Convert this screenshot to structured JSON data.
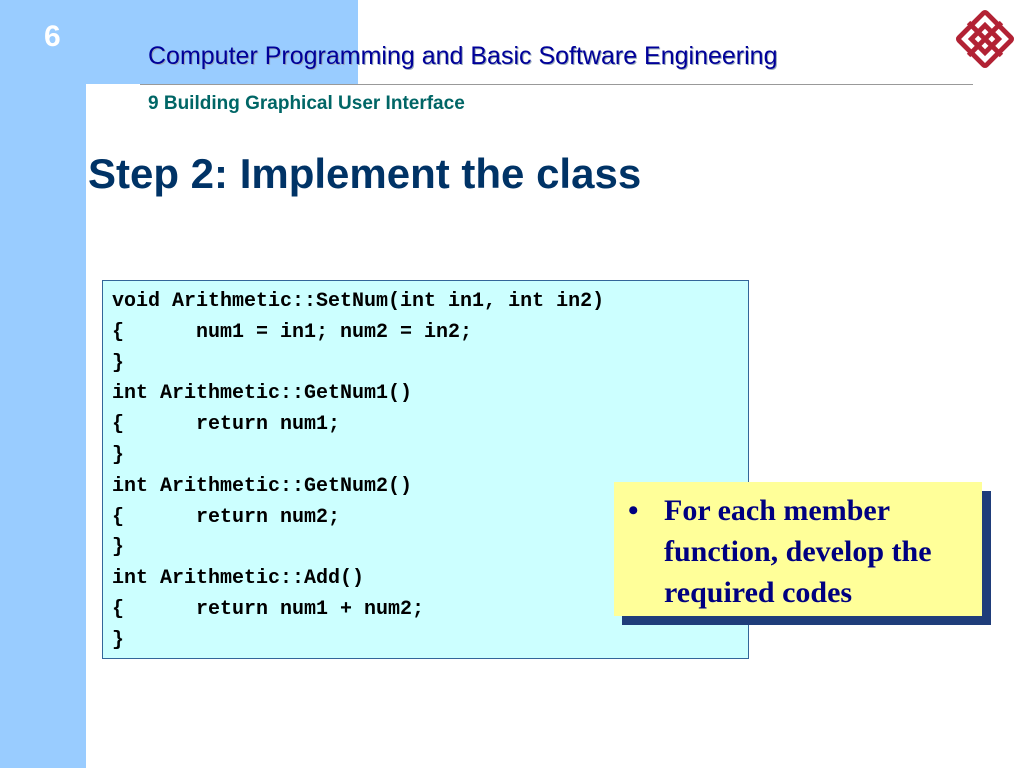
{
  "slide": {
    "number": "6",
    "course_title": "Computer Programming and Basic Software Engineering",
    "chapter": "9 Building Graphical User Interface",
    "heading": "Step 2: Implement the class"
  },
  "code": {
    "lines": [
      "void Arithmetic::SetNum(int in1, int in2)",
      "{      num1 = in1; num2 = in2;",
      "}",
      "int Arithmetic::GetNum1()",
      "{      return num1;",
      "}",
      "int Arithmetic::GetNum2()",
      "{      return num2;",
      "}",
      "int Arithmetic::Add()",
      "{      return num1 + num2;",
      "}"
    ]
  },
  "note": {
    "bullet": "•",
    "text": "For each member function, develop the required codes"
  },
  "colors": {
    "band": "#99ccff",
    "title": "#000099",
    "chapter": "#006666",
    "heading": "#003366",
    "code_bg": "#ccffff",
    "note_bg": "#ffff99",
    "note_text": "#000080",
    "logo": "#b22234"
  },
  "icons": {
    "logo": "university-logo-icon"
  }
}
